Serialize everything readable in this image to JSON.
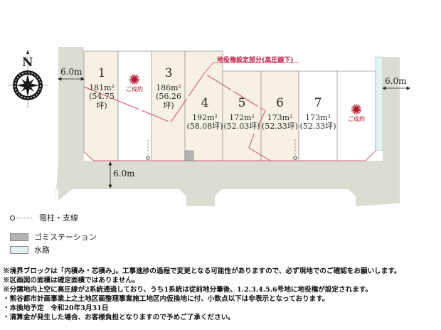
{
  "compass": {
    "label": "N"
  },
  "colors": {
    "road": "#dddcd3",
    "plot_available": "#f6f1e4",
    "plot_sold": "#ffffff",
    "plot_border": "#9a9a9a",
    "easement_line": "#d6476a",
    "waterway": "#e3f1f4",
    "garbage_station": "#b3b3b3",
    "sold_ribbon": "#b2182b"
  },
  "roads": {
    "west_width": "6.0m",
    "east_width": "6.0m",
    "south_width": "6.0m"
  },
  "easement": {
    "label": "地役権設定部分(高圧線下)"
  },
  "plots": [
    {
      "id": "1",
      "number": "1",
      "area": "181m²",
      "tsubo": "(54.75坪)",
      "status": "available"
    },
    {
      "id": "2",
      "number": "",
      "area": "",
      "tsubo": "",
      "status": "sold",
      "sold_label": "ご成約"
    },
    {
      "id": "3",
      "number": "3",
      "area": "186m²",
      "tsubo": "(56.26坪)",
      "status": "available"
    },
    {
      "id": "4",
      "number": "4",
      "area": "192m²",
      "tsubo": "(58.08坪)",
      "status": "available"
    },
    {
      "id": "5",
      "number": "5",
      "area": "172m²",
      "tsubo": "(52.03坪)",
      "status": "available"
    },
    {
      "id": "6",
      "number": "6",
      "area": "173m²",
      "tsubo": "(52.33坪)",
      "status": "available"
    },
    {
      "id": "7",
      "number": "7",
      "area": "173m²",
      "tsubo": "(52.33坪)",
      "status": "available_white"
    },
    {
      "id": "8",
      "number": "",
      "area": "",
      "tsubo": "",
      "status": "sold",
      "sold_label": "ご成約"
    }
  ],
  "legend": [
    {
      "icon": "utility-pole-icon",
      "label": "電柱・支線"
    },
    {
      "icon": "garbage-station-swatch",
      "label": "ゴミステーション",
      "color": "#b3b3b3"
    },
    {
      "icon": "waterway-swatch",
      "label": "水路",
      "color": "#e3f1f4"
    }
  ],
  "notes": [
    "※境界ブロックは「内積み・芯積み」。工事進捗の過程で変更となる可能性がありますので、必ず現地でのご確認をお願いします。",
    "※区画図の面積は確定面積ではありません。",
    "※分譲地内上空に高圧線が2系統通過しており、うち1系統は従前地分筆後、1.2.3.4.5.6号地に地役権が設定されます。",
    "・熊谷都市計画事業上之土地区画整理事業施工地区内仮換地に付、小数点以下は非表示となっております。",
    "・本換地予定　令和20年3月31日",
    "・清算金が発生した場合、お客様負担となりますので予めご了承ください。"
  ]
}
